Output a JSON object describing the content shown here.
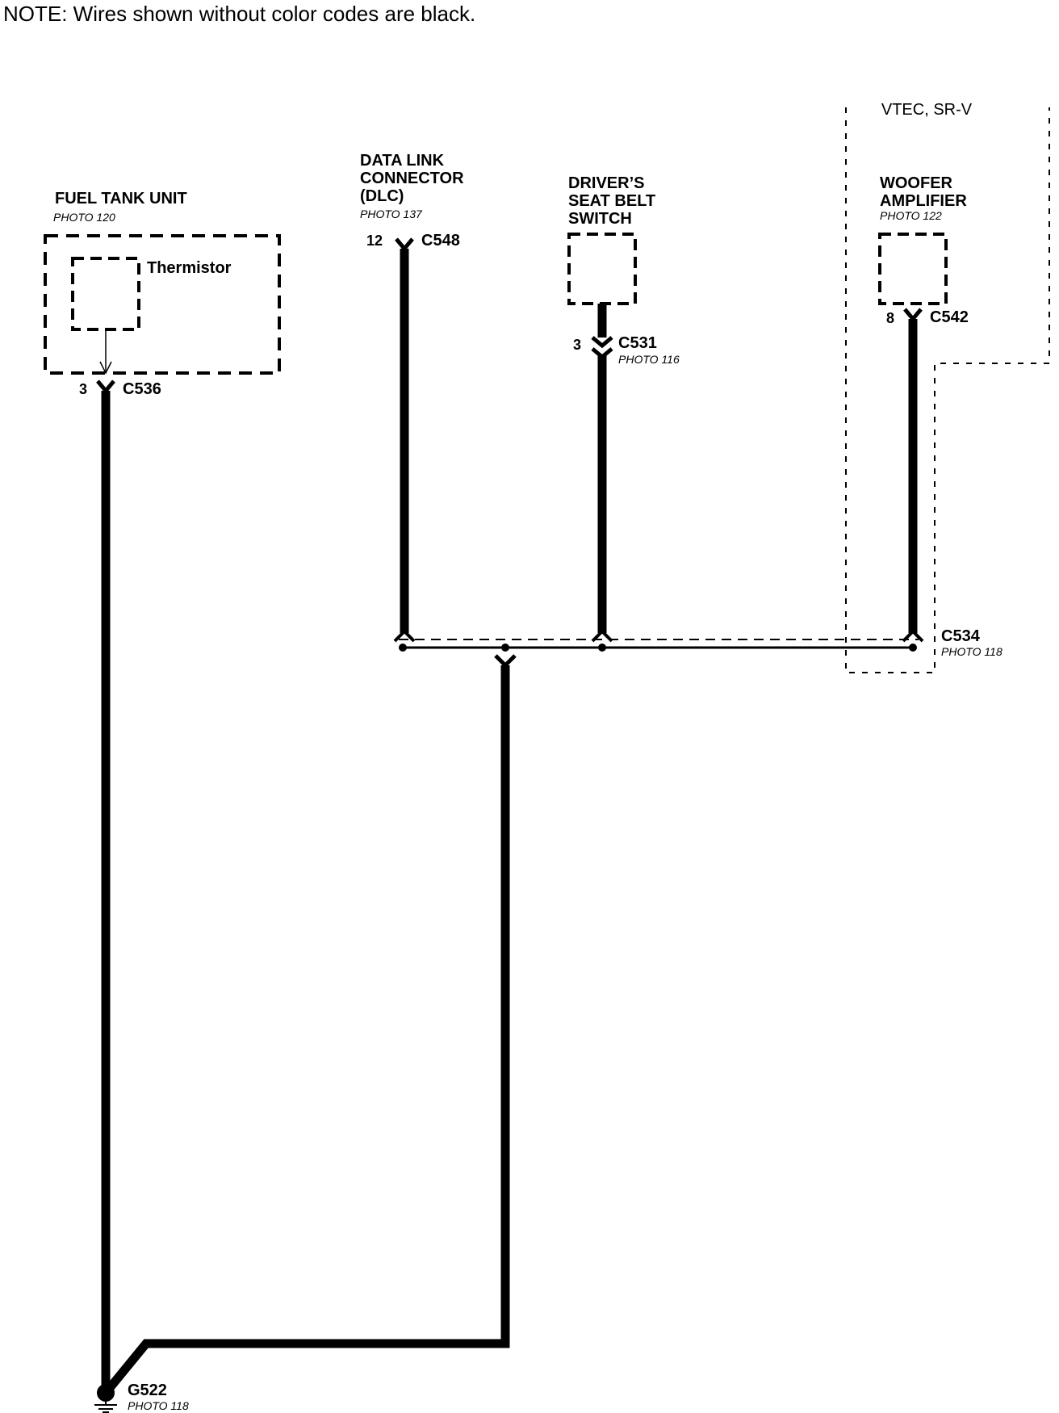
{
  "note": "NOTE: Wires shown without color codes are black.",
  "option_label": "VTEC, SR-V",
  "components": {
    "fuel_tank": {
      "title": "FUEL TANK UNIT",
      "photo": "PHOTO 120",
      "part": "Thermistor"
    },
    "dlc": {
      "title_lines": [
        "DATA LINK",
        "CONNECTOR",
        "(DLC)"
      ],
      "photo": "PHOTO 137"
    },
    "seat_belt": {
      "title_lines": [
        "DRIVER’S",
        "SEAT BELT",
        "SWITCH"
      ]
    },
    "woofer": {
      "title_lines": [
        "WOOFER",
        "AMPLIFIER"
      ],
      "photo": "PHOTO 122"
    }
  },
  "connectors": {
    "c536": {
      "id": "C536",
      "pin": "3"
    },
    "c548": {
      "id": "C548",
      "pin": "12"
    },
    "c531": {
      "id": "C531",
      "pin": "3",
      "photo": "PHOTO 116"
    },
    "c542": {
      "id": "C542",
      "pin": "8"
    },
    "c534": {
      "id": "C534",
      "photo": "PHOTO 118"
    }
  },
  "ground": {
    "id": "G522",
    "photo": "PHOTO 118"
  },
  "colors": {
    "wire": "#000000",
    "background": "#ffffff"
  }
}
